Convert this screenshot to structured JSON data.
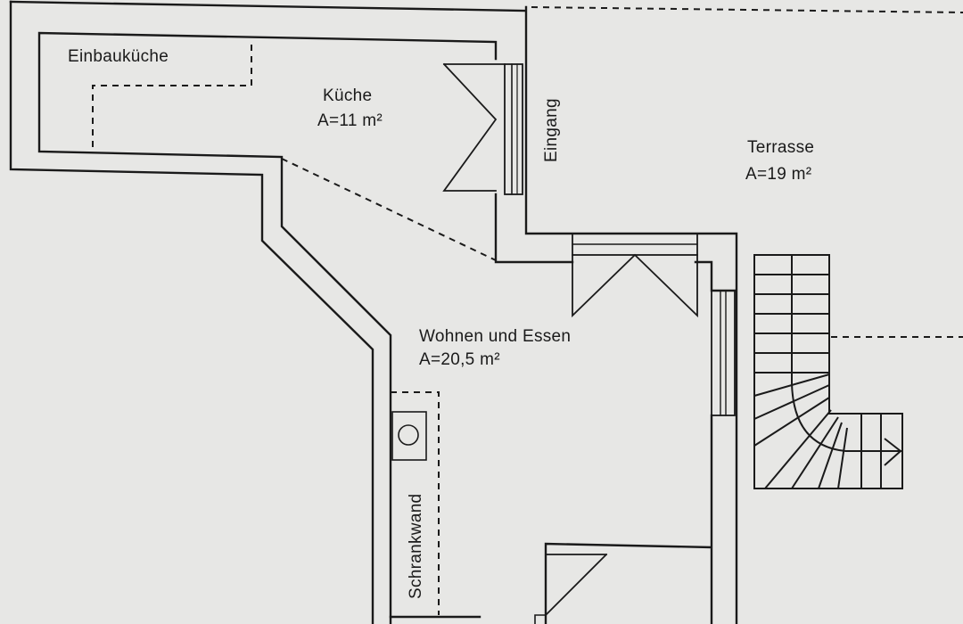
{
  "rooms": {
    "einbaukueche": "Einbauküche",
    "kueche_name": "Küche",
    "kueche_area": "A=11 m²",
    "eingang": "Eingang",
    "terrasse_name": "Terrasse",
    "terrasse_area": "A=19 m²",
    "wohnen_name": "Wohnen und Essen",
    "wohnen_area": "A=20,5 m²",
    "schrankwand": "Schrankwand"
  },
  "colors": {
    "background": "#e7e7e5",
    "lines": "#1a1a1a"
  }
}
